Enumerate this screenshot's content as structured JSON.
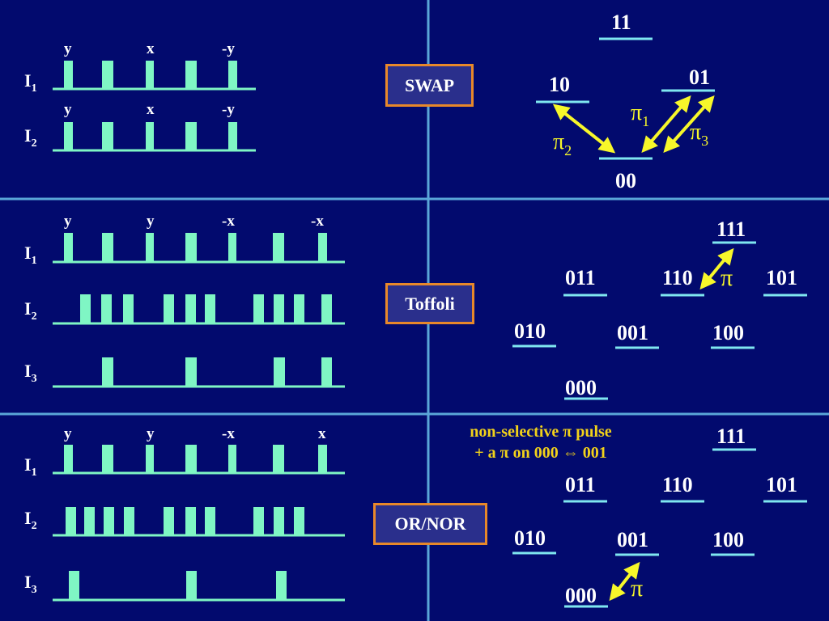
{
  "colors": {
    "background": "#020a6e",
    "pulse": "#7ff6c4",
    "level": "#7fe7f0",
    "arrow": "#f7f72a",
    "box_border": "#e8882a",
    "note": "#f2d21a",
    "divider": "#5aa6d8"
  },
  "swap": {
    "label": "SWAP",
    "channels": [
      {
        "name": "I",
        "sub": "1",
        "phases": [
          "y",
          "x",
          "-y"
        ]
      },
      {
        "name": "I",
        "sub": "2",
        "phases": [
          "y",
          "x",
          "-y"
        ]
      }
    ],
    "levels": [
      "11",
      "10",
      "01",
      "00"
    ],
    "transitions": [
      {
        "symbol": "π",
        "sub": "1"
      },
      {
        "symbol": "π",
        "sub": "2"
      },
      {
        "symbol": "π",
        "sub": "3"
      }
    ]
  },
  "toffoli": {
    "label": "Toffoli",
    "channels": [
      {
        "name": "I",
        "sub": "1",
        "phases": [
          "y",
          "y",
          "-x",
          "-x"
        ]
      },
      {
        "name": "I",
        "sub": "2"
      },
      {
        "name": "I",
        "sub": "3"
      }
    ],
    "levels": [
      "111",
      "011",
      "110",
      "101",
      "010",
      "001",
      "100",
      "000"
    ],
    "transition": "π"
  },
  "ornor": {
    "label": "OR/NOR",
    "note_line1": "non-selective π pulse",
    "note_line2": "+ a π on 000 ⇔ 001",
    "channels": [
      {
        "name": "I",
        "sub": "1",
        "phases": [
          "y",
          "y",
          "-x",
          "x"
        ]
      },
      {
        "name": "I",
        "sub": "2"
      },
      {
        "name": "I",
        "sub": "3"
      }
    ],
    "levels": [
      "111",
      "011",
      "110",
      "101",
      "010",
      "001",
      "100",
      "000"
    ],
    "transition": "π"
  }
}
